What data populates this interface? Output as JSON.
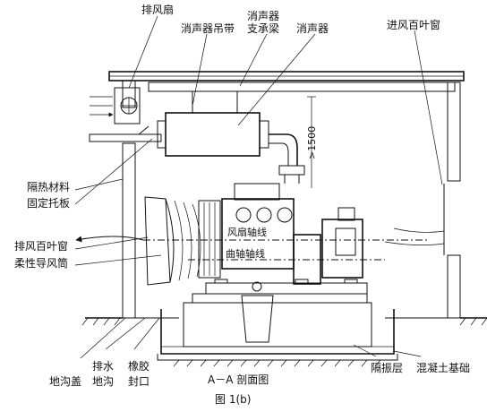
{
  "labels": {
    "exhaust_fan": "排风扇",
    "silencer_hanger": "消声器吊带",
    "silencer_beam_1": "消声器",
    "silencer_beam_2": "支承梁",
    "silencer": "消声器",
    "intake_louver": "进风百叶窗",
    "insulation": "隔热材料",
    "fixed_bracket": "固定托板",
    "exhaust_louver": "排风百叶窗",
    "flexible_duct": "柔性导风筒",
    "fan_axis": "风扇轴线",
    "crank_axis": "曲轴轴线",
    "dimension": ">1500",
    "trench_cover": "地沟盖",
    "drain_trench_1": "排水",
    "drain_trench_2": "地沟",
    "rubber_seal_1": "橡胶",
    "rubber_seal_2": "封口",
    "section_title": "A－A 剖面图",
    "isolation_layer": "隔振层",
    "concrete_base": "混凝土基础",
    "figure_caption": "图 1(b)"
  }
}
